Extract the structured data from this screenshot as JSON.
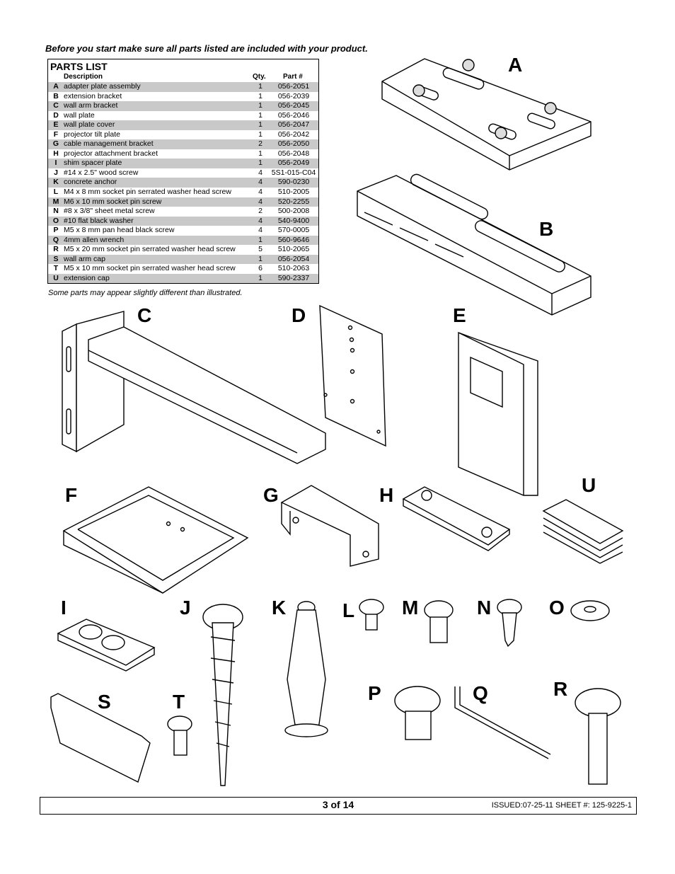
{
  "intro": "Before you start make sure all parts listed are included with your product.",
  "parts_list": {
    "title": "PARTS LIST",
    "headers": {
      "description": "Description",
      "qty": "Qty.",
      "part": "Part #"
    },
    "rows": [
      {
        "letter": "A",
        "desc": "adapter plate assembly",
        "qty": "1",
        "part": "056-2051"
      },
      {
        "letter": "B",
        "desc": "extension bracket",
        "qty": "1",
        "part": "056-2039"
      },
      {
        "letter": "C",
        "desc": "wall arm bracket",
        "qty": "1",
        "part": "056-2045"
      },
      {
        "letter": "D",
        "desc": "wall plate",
        "qty": "1",
        "part": "056-2046"
      },
      {
        "letter": "E",
        "desc": "wall plate cover",
        "qty": "1",
        "part": "056-2047"
      },
      {
        "letter": "F",
        "desc": "projector tilt plate",
        "qty": "1",
        "part": "056-2042"
      },
      {
        "letter": "G",
        "desc": "cable management bracket",
        "qty": "2",
        "part": "056-2050"
      },
      {
        "letter": "H",
        "desc": "projector attachment bracket",
        "qty": "1",
        "part": "056-2048"
      },
      {
        "letter": "I",
        "desc": "shim spacer plate",
        "qty": "1",
        "part": "056-2049"
      },
      {
        "letter": "J",
        "desc": " #14 x 2.5\" wood screw",
        "qty": "4",
        "part": "5S1-015-C04"
      },
      {
        "letter": "K",
        "desc": "concrete anchor",
        "qty": "4",
        "part": "590-0230"
      },
      {
        "letter": "L",
        "desc": "M4 x 8 mm socket pin serrated washer head screw",
        "qty": "4",
        "part": "510-2005"
      },
      {
        "letter": "M",
        "desc": "M6 x 10 mm socket pin screw",
        "qty": "4",
        "part": "520-2255"
      },
      {
        "letter": "N",
        "desc": "#8 x 3/8\" sheet metal screw",
        "qty": "2",
        "part": "500-2008"
      },
      {
        "letter": "O",
        "desc": "#10 flat black washer",
        "qty": "4",
        "part": "540-9400"
      },
      {
        "letter": "P",
        "desc": "M5 x 8 mm pan head black screw",
        "qty": "4",
        "part": "570-0005"
      },
      {
        "letter": "Q",
        "desc": "4mm allen wrench",
        "qty": "1",
        "part": "560-9646"
      },
      {
        "letter": "R",
        "desc": "M5 x 20 mm socket pin serrated washer head screw",
        "qty": "5",
        "part": "510-2065"
      },
      {
        "letter": "S",
        "desc": "wall arm cap",
        "qty": "1",
        "part": "056-2054"
      },
      {
        "letter": "T",
        "desc": "M5 x 10 mm socket pin serrated washer head screw",
        "qty": "6",
        "part": "510-2063"
      },
      {
        "letter": "U",
        "desc": "extension cap",
        "qty": "1",
        "part": "590-2337"
      }
    ]
  },
  "note": "Some parts may appear slightly different than illustrated.",
  "labels": {
    "A": "A",
    "B": "B",
    "C": "C",
    "D": "D",
    "E": "E",
    "F": "F",
    "G": "G",
    "H": "H",
    "I": "I",
    "J": "J",
    "K": "K",
    "L": "L",
    "M": "M",
    "N": "N",
    "O": "O",
    "P": "P",
    "Q": "Q",
    "R": "R",
    "S": "S",
    "T": "T",
    "U": "U"
  },
  "footer": {
    "page": "3 of 14",
    "issued": "ISSUED:07-25-11 SHEET #: 125-9225-1"
  }
}
